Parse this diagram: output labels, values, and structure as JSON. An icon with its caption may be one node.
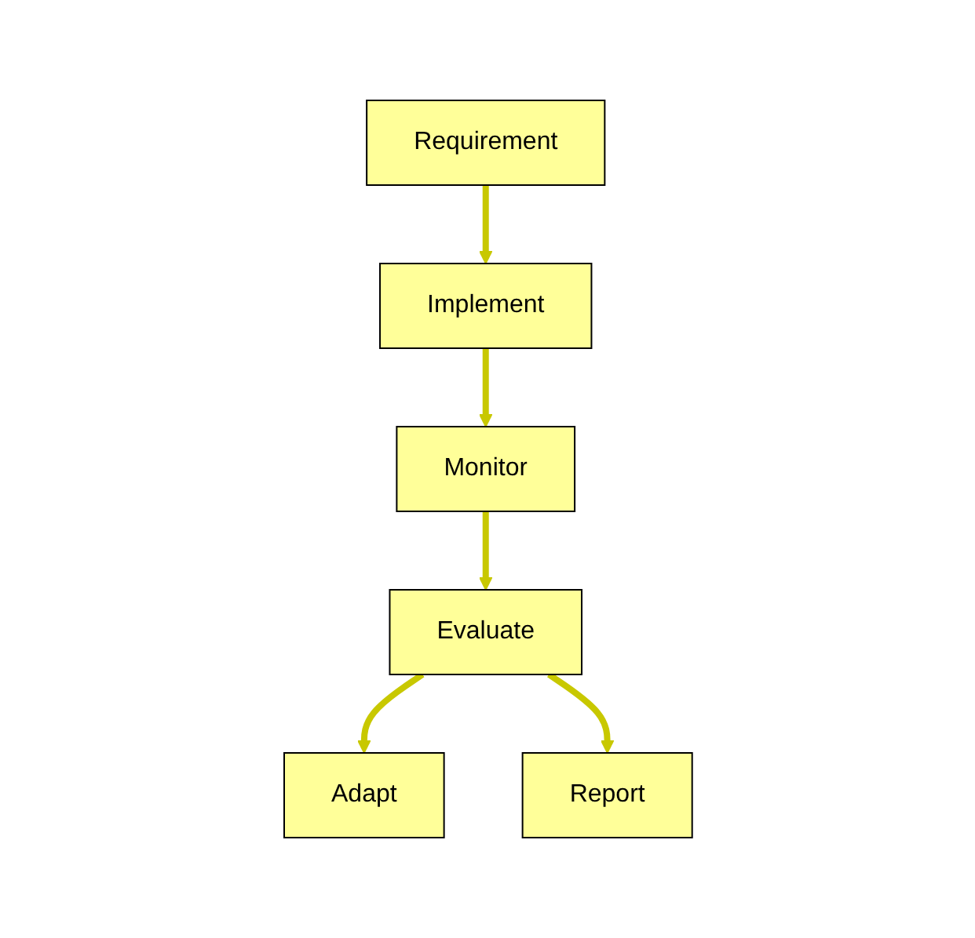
{
  "diagram": {
    "nodes": [
      {
        "text": [
          "Report"
        ]
      },
      {
        "text": [
          "Requirement"
        ]
      },
      {
        "text": [
          "Adapt"
        ]
      },
      {
        "text": [
          "Evaluate"
        ]
      },
      {
        "text": [
          "Implement"
        ]
      },
      {
        "text": [
          "Monitor"
        ]
      }
    ],
    "edges": [
      {
        "from": 1,
        "to": 4,
        "arrow": "to"
      },
      {
        "from": 4,
        "to": 5,
        "arrow": "to"
      },
      {
        "from": 5,
        "to": 3,
        "arrow": "to"
      },
      {
        "from": 3,
        "to": 2,
        "arrow": "to"
      },
      {
        "from": 3,
        "to": 0,
        "arrow": "to"
      }
    ]
  }
}
